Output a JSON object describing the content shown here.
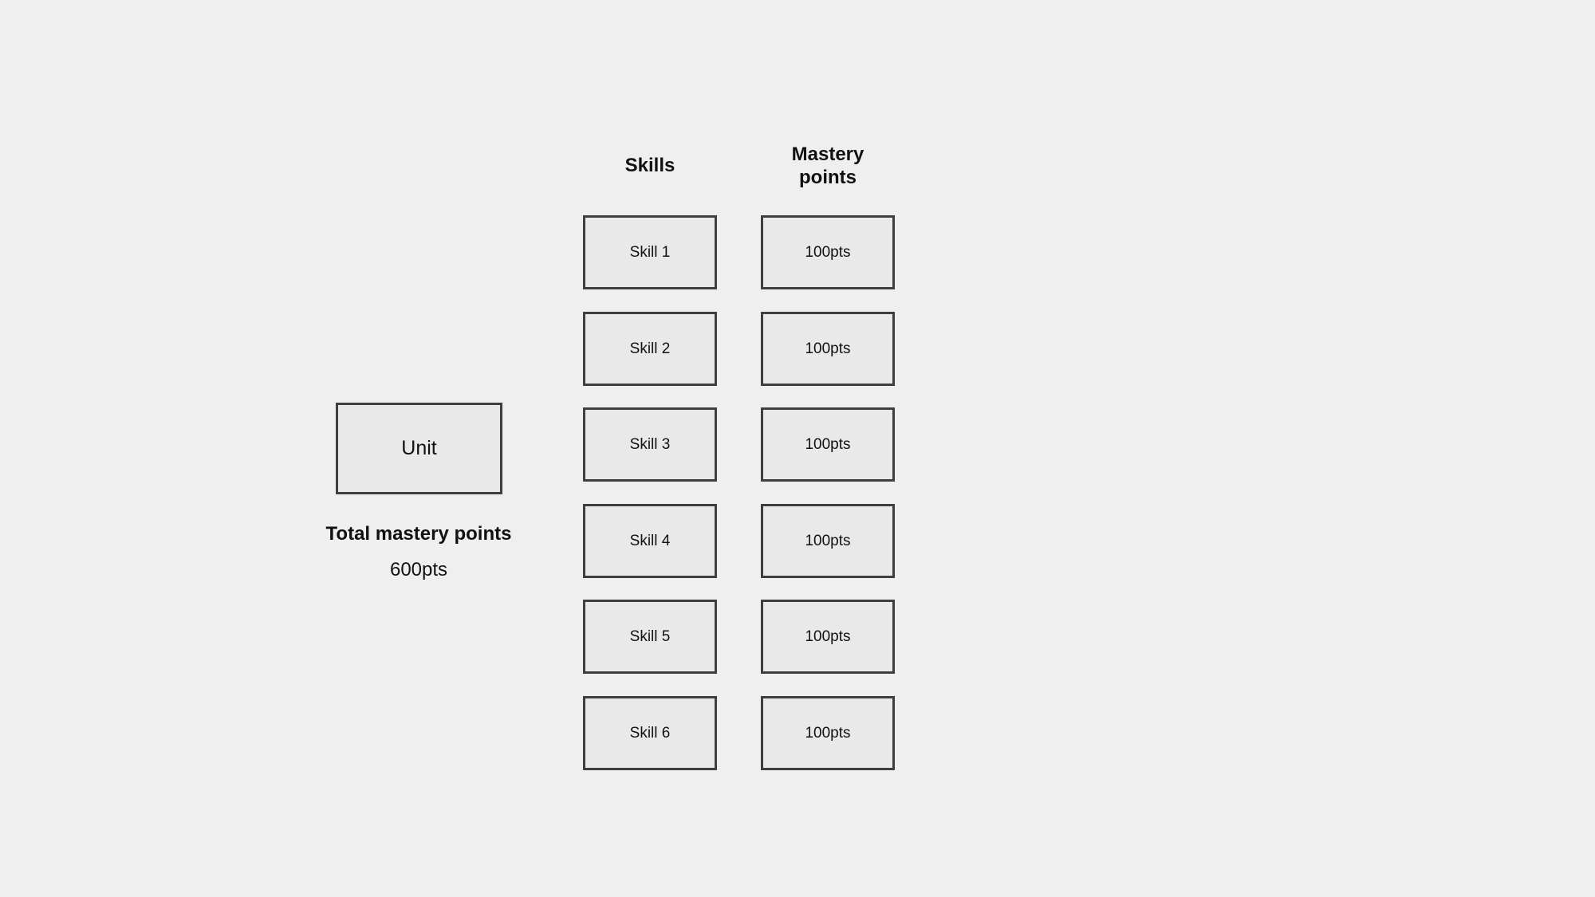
{
  "unit": {
    "label": "Unit",
    "total_label": "Total mastery points",
    "total_value": "600pts"
  },
  "headers": {
    "skills": "Skills",
    "mastery_points": "Mastery points"
  },
  "skills": [
    {
      "name": "Skill 1",
      "points": "100pts"
    },
    {
      "name": "Skill 2",
      "points": "100pts"
    },
    {
      "name": "Skill 3",
      "points": "100pts"
    },
    {
      "name": "Skill 4",
      "points": "100pts"
    },
    {
      "name": "Skill 5",
      "points": "100pts"
    },
    {
      "name": "Skill 6",
      "points": "100pts"
    }
  ]
}
